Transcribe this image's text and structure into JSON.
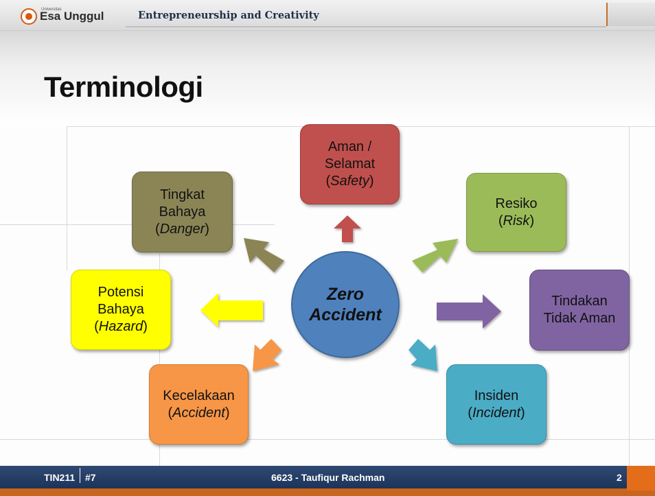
{
  "header": {
    "logo_small": "Universitas",
    "logo_text": "Esa Unggul",
    "title": "Entrepreneurship and Creativity"
  },
  "page_title": "Terminologi",
  "center": {
    "line1": "Zero",
    "line2": "Accident"
  },
  "nodes": {
    "safety": {
      "line1": "Aman /",
      "line2": "Selamat",
      "term": "Safety"
    },
    "danger": {
      "line1": "Tingkat",
      "line2": "Bahaya",
      "term": "Danger"
    },
    "risk": {
      "line1": "Resiko",
      "term": "Risk"
    },
    "hazard": {
      "line1": "Potensi",
      "line2": "Bahaya",
      "term": "Hazard"
    },
    "unsafe": {
      "line1": "Tindakan",
      "line2": "Tidak Aman"
    },
    "accident": {
      "line1": "Kecelakaan",
      "term": "Accident"
    },
    "incident": {
      "line1": "Insiden",
      "term": "Incident"
    }
  },
  "footer": {
    "course": "TIN211",
    "session": "#7",
    "lecturer": "6623 - Taufiqur Rachman",
    "page": "2"
  },
  "colors": {
    "safety": "#c0504d",
    "danger": "#8b8556",
    "risk": "#9bbb59",
    "hazard": "#ffff00",
    "unsafe": "#8064a2",
    "accident": "#f79646",
    "incident": "#4bacc6",
    "center": "#4f81bd",
    "footer": "#1f3864",
    "accent": "#e46d1a"
  }
}
